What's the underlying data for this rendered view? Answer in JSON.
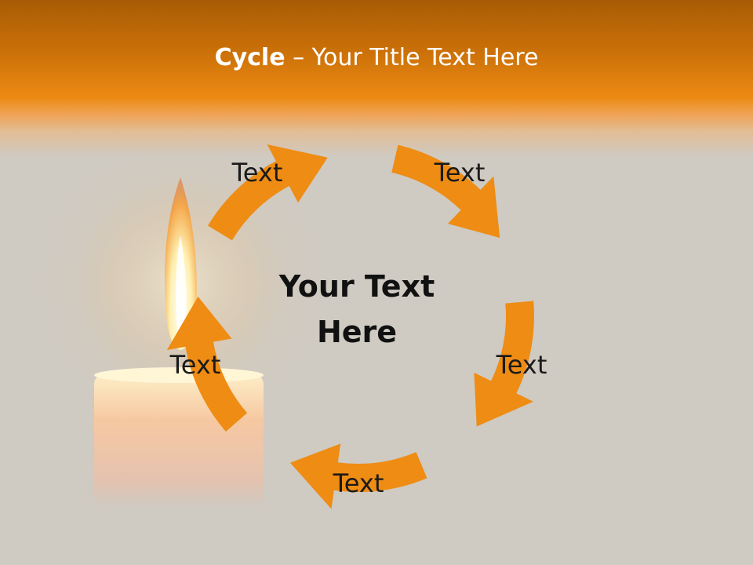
{
  "title": {
    "strong": "Cycle",
    "rest": " – Your Title Text Here"
  },
  "center": {
    "line1": "Your Text",
    "line2": "Here"
  },
  "nodes": [
    {
      "label": "Text"
    },
    {
      "label": "Text"
    },
    {
      "label": "Text"
    },
    {
      "label": "Text"
    },
    {
      "label": "Text"
    }
  ],
  "colors": {
    "accent": "#ee8c14",
    "header_top": "#a85c06",
    "background": "#cfcac2"
  }
}
